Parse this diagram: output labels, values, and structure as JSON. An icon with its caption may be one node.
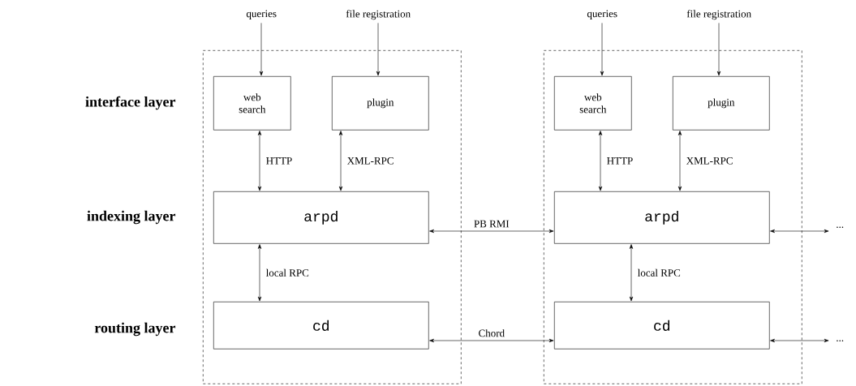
{
  "diagram": {
    "nodes": [
      {
        "text": [],
        "shape": "box"
      },
      {
        "text": [
          "web search"
        ],
        "in": 0
      },
      {
        "text": [
          "plugin"
        ],
        "in": 0
      },
      {
        "text": [
          "arpd"
        ],
        "in": 0
      },
      {
        "text": [
          "cd"
        ],
        "in": 0
      },
      {
        "text": [],
        "shape": "box"
      },
      {
        "text": [
          "web search"
        ],
        "in": 5
      },
      {
        "text": [
          "plugin"
        ],
        "in": 5
      },
      {
        "text": [
          "arpd"
        ],
        "in": 5
      },
      {
        "text": [
          "cd"
        ],
        "in": 5
      },
      {
        "text": [
          "queries"
        ]
      },
      {
        "text": [
          "file registration"
        ]
      },
      {
        "text": [
          "queries"
        ]
      },
      {
        "text": [
          "file registration"
        ]
      },
      {
        "text": [
          "..."
        ]
      },
      {
        "text": [
          "..."
        ]
      }
    ],
    "edges": [
      {
        "from": 10,
        "to": 1,
        "arrow": "to"
      },
      {
        "from": 11,
        "to": 2,
        "arrow": "to"
      },
      {
        "from": 12,
        "to": 6,
        "arrow": "to"
      },
      {
        "from": 13,
        "to": 7,
        "arrow": "to"
      },
      {
        "from": 1,
        "to": 3,
        "arrow": "both",
        "label": "HTTP"
      },
      {
        "from": 2,
        "to": 3,
        "arrow": "both",
        "label": "XML-RPC"
      },
      {
        "from": 3,
        "to": 4,
        "arrow": "both",
        "label": "local RPC"
      },
      {
        "from": 6,
        "to": 8,
        "arrow": "both",
        "label": "HTTP"
      },
      {
        "from": 7,
        "to": 8,
        "arrow": "both",
        "label": "XML-RPC"
      },
      {
        "from": 8,
        "to": 9,
        "arrow": "both",
        "label": "local RPC"
      },
      {
        "from": 3,
        "to": 8,
        "arrow": "both",
        "label": "PB RMI"
      },
      {
        "from": 4,
        "to": 9,
        "arrow": "both",
        "label": "Chord"
      },
      {
        "from": 8,
        "to": 14,
        "arrow": "both"
      },
      {
        "from": 9,
        "to": 15,
        "arrow": "both"
      }
    ],
    "labels": [
      "interface layer",
      "indexing layer",
      "routing layer"
    ]
  }
}
